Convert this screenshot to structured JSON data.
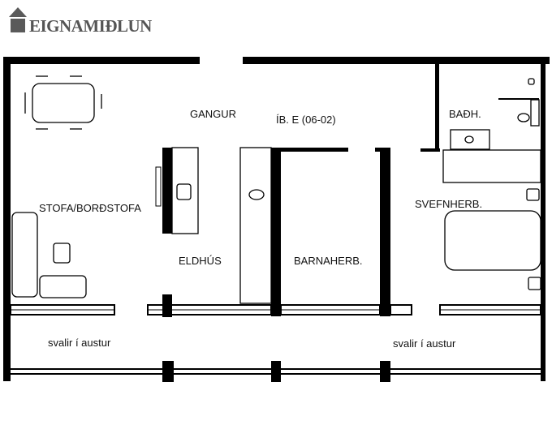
{
  "brand": {
    "name": "EIGNAMIÐLUN",
    "icon": "house-icon",
    "color": "#5a5a5a"
  },
  "plan": {
    "unit_label": "ÍB.  E (06-02)",
    "rooms": {
      "living": "STOFA/BORÐSTOFA",
      "hall": "GANGUR",
      "kitchen": "ELDHÚS",
      "kids_room": "BARNAHERB.",
      "bedroom": "SVEFNHERB.",
      "bath": "BAÐH.",
      "balcony_left": "svalir í austur",
      "balcony_right": "svalir í austur"
    }
  }
}
